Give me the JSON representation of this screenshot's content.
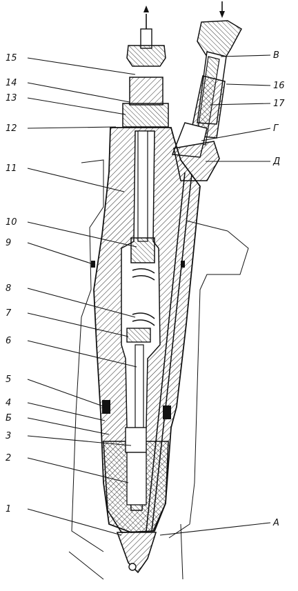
{
  "labels_left": [
    "15",
    "14",
    "13",
    "12",
    "11",
    "10",
    "9",
    "8",
    "7",
    "6",
    "5",
    "4",
    "Б",
    "3",
    "2",
    "1"
  ],
  "labels_right": [
    "В",
    "16",
    "17",
    "Г",
    "Д",
    "А"
  ]
}
